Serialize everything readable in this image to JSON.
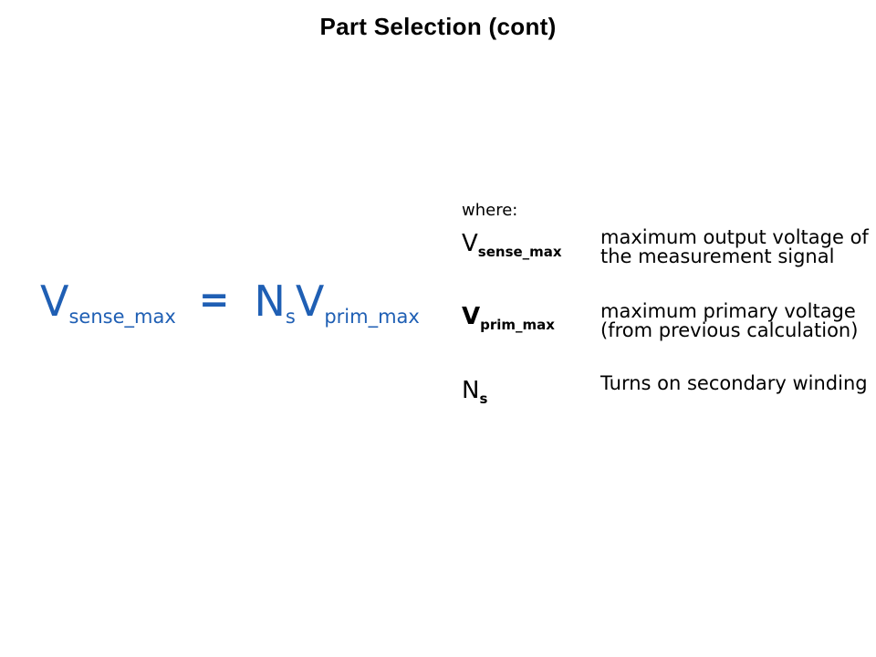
{
  "slide": {
    "title": "Part Selection (cont)"
  },
  "formula": {
    "lhs_symbol": "V",
    "lhs_subscript": "sense_max",
    "equals": "=",
    "rhs1_symbol": "N",
    "rhs1_subscript": "s",
    "rhs2_symbol": "V",
    "rhs2_subscript": "prim_max",
    "color": "#1f5fb4"
  },
  "legend": {
    "intro": "where:",
    "items": [
      {
        "symbol": "V",
        "subscript": "sense_max",
        "description": "maximum output voltage of the measurement signal"
      },
      {
        "symbol": "V",
        "subscript": "prim_max",
        "description": "maximum primary voltage (from previous calculation)"
      },
      {
        "symbol": "N",
        "subscript": "s",
        "description": "Turns on secondary winding"
      }
    ]
  }
}
